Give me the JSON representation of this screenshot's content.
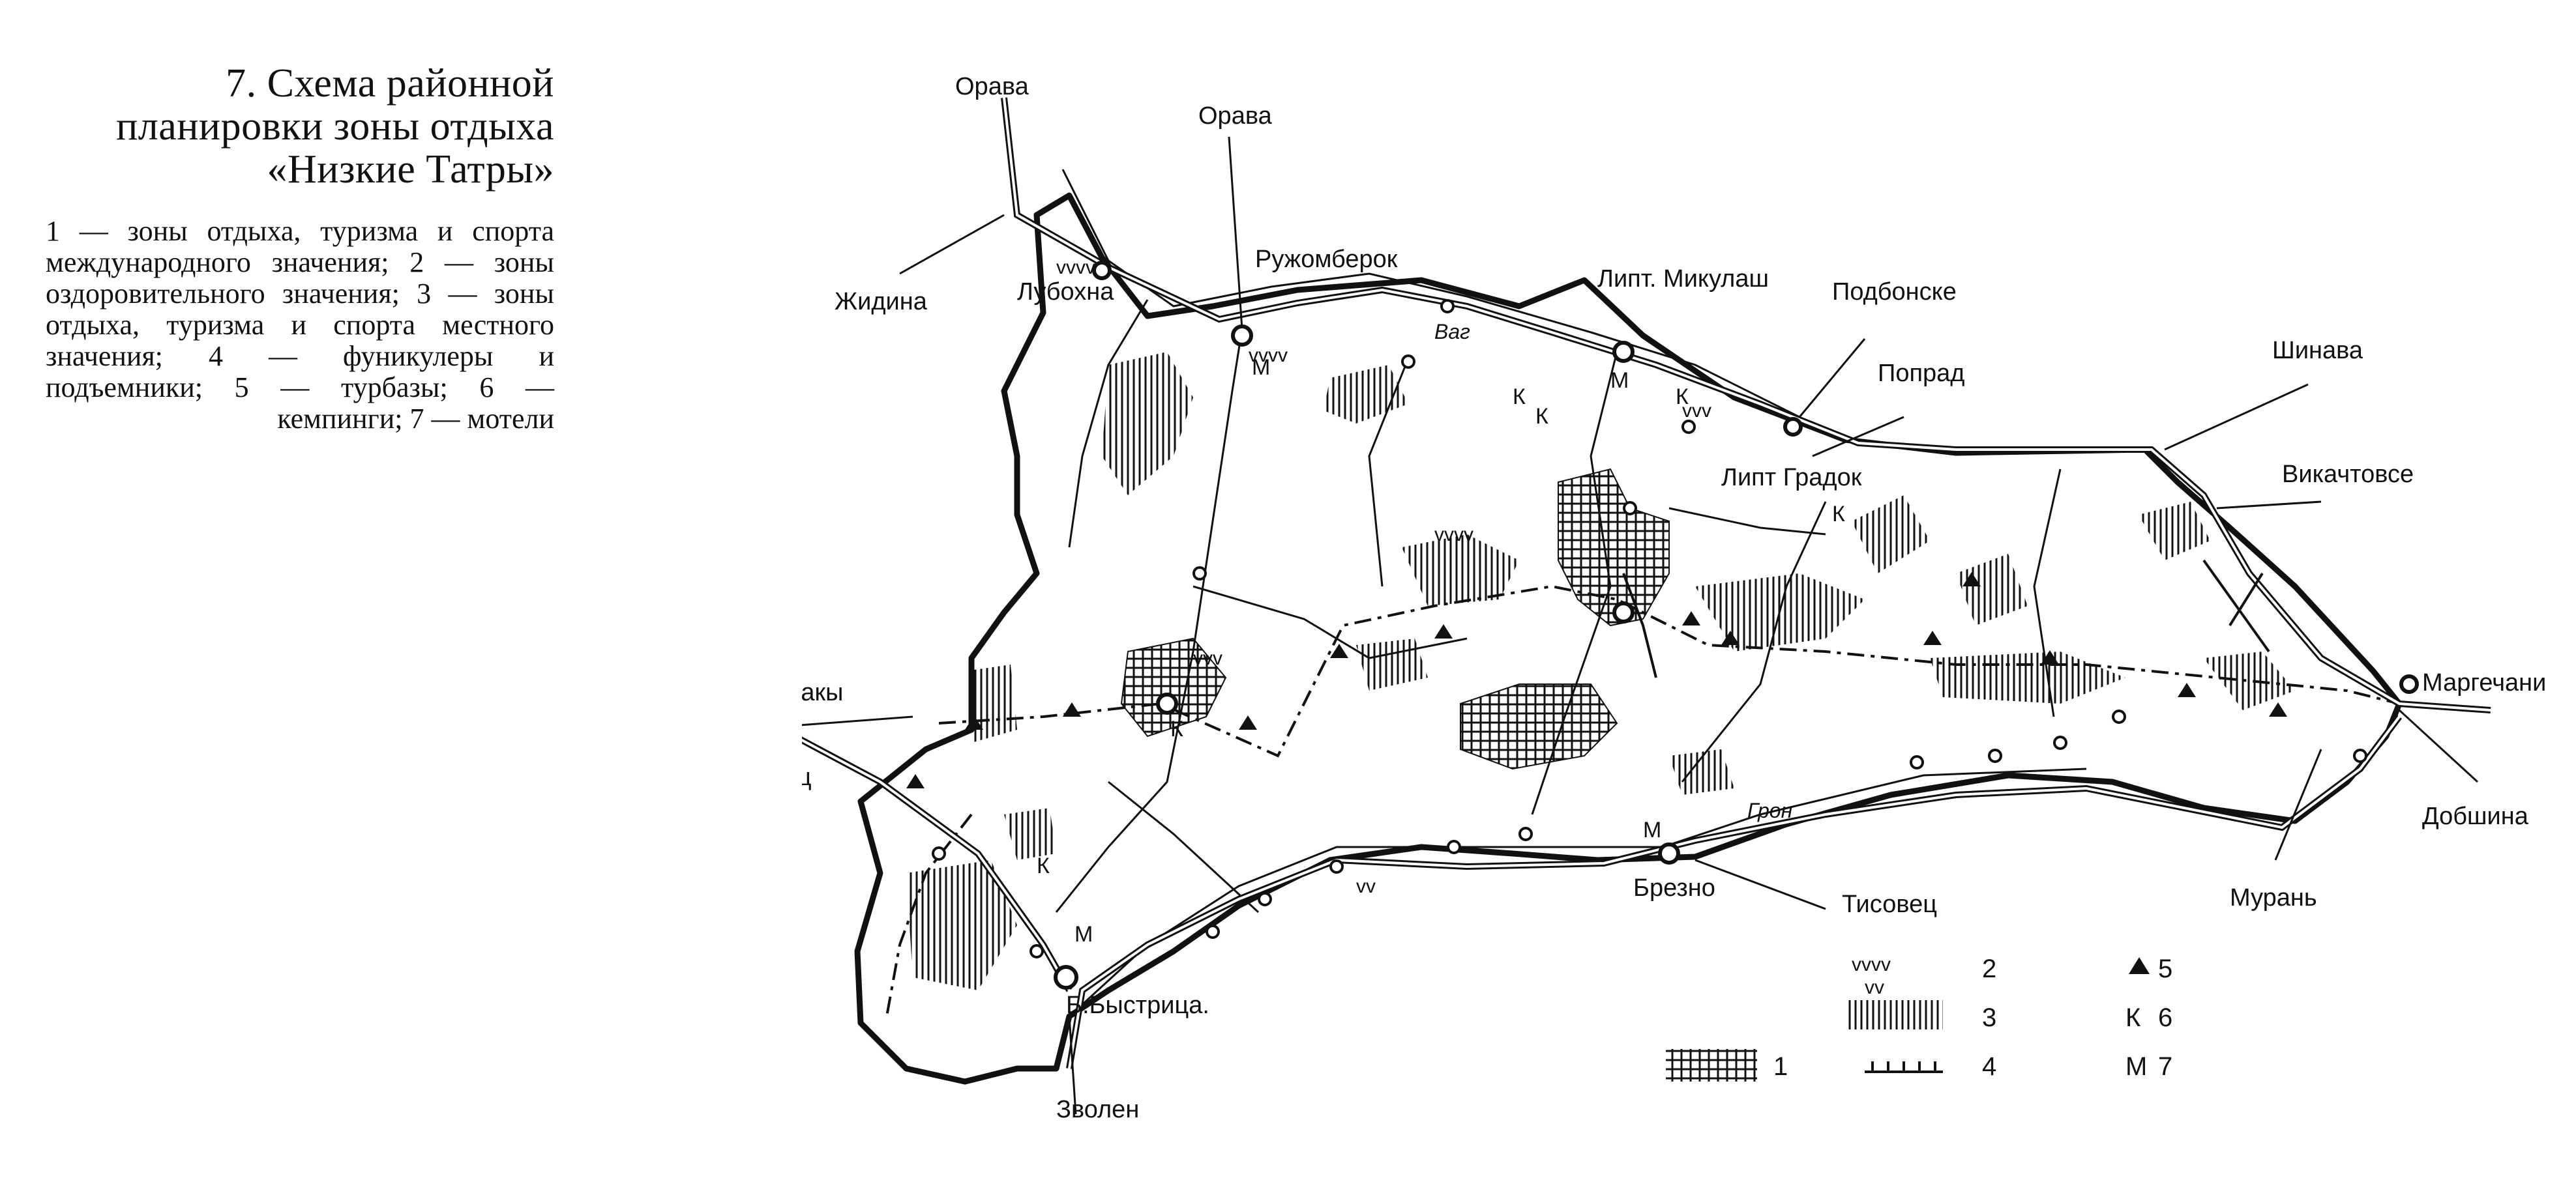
{
  "caption": {
    "title": "7. Схема районной планировки зоны отдыха «Низкие Татры»",
    "legend_text": "1 — зоны отдыха, туризма и спорта международного значения; 2 — зоны оздоровительного значения; 3 — зоны отдыха, туризма и спорта местного значения; 4 — фуникулеры и подъемники; 5 — турбазы; 6 — кемпинги; 7 — мотели"
  },
  "map": {
    "places": {
      "orava_nw": "Орава",
      "orava_n": "Орава",
      "zhidina": "Жидина",
      "lubokhna": "Лубохна",
      "ruzhomberok": "Ружомберок",
      "lipt_mikulash": "Липт. Микулаш",
      "podbonske": "Подбонске",
      "poprad": "Попрад",
      "lipt_gradok": "Липт Градок",
      "shinava": "Шинава",
      "vikachtovse": "Викачтовсе",
      "margechani": "Маргечани",
      "dobshina": "Добшина",
      "muran": "Мурань",
      "tisovets": "Тисовец",
      "brezno": "Брезно",
      "b_bystritsa": "Б.Быстрица.",
      "zvolen": "Зволен",
      "turnets": "Турнец",
      "diviaky": "Дивиакы"
    },
    "rivers": {
      "vag": "Ваг",
      "gron": "Грон"
    },
    "markers": {
      "motel": "М",
      "camping": "К"
    },
    "legend": [
      {
        "number": "1",
        "symbol": "crosshatch"
      },
      {
        "number": "2",
        "symbol": "v-marks"
      },
      {
        "number": "3",
        "symbol": "vertical-hatch"
      },
      {
        "number": "4",
        "symbol": "ticked-line"
      },
      {
        "number": "5",
        "symbol": "hut-triangle"
      },
      {
        "number": "6",
        "symbol": "К"
      },
      {
        "number": "7",
        "symbol": "М"
      }
    ]
  }
}
